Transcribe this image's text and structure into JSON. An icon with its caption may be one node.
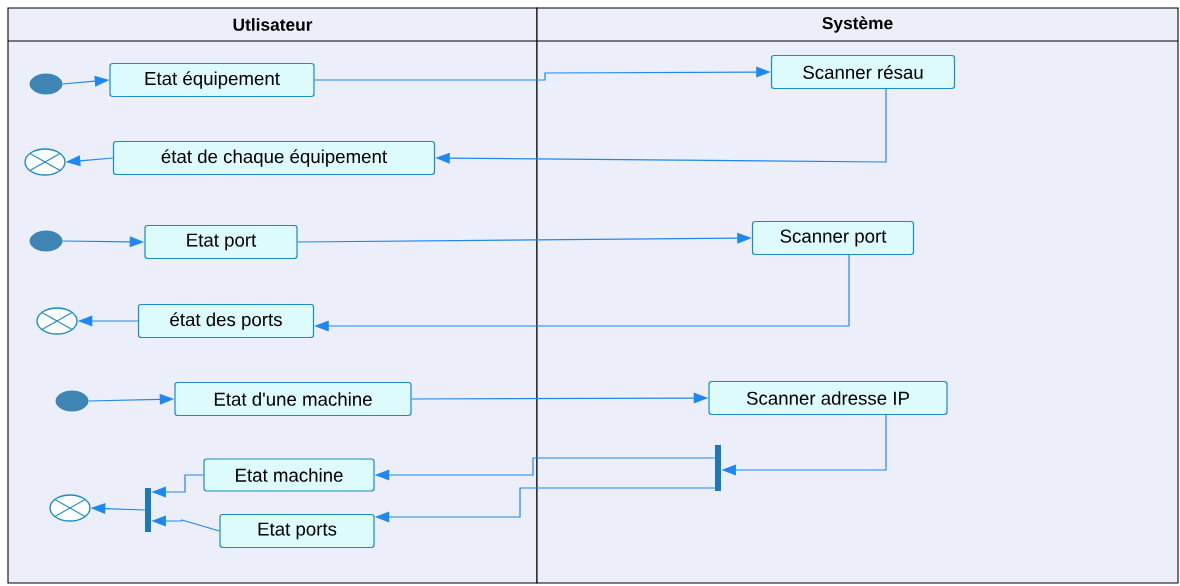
{
  "diagram": {
    "nodes": [
      {
        "text": [
          "Utlisateur"
        ]
      },
      {
        "text": [
          "Système"
        ]
      },
      {
        "text": [],
        "shape": "circle",
        "in": 0
      },
      {
        "text": [
          "Etat équipement"
        ],
        "in": 0
      },
      {
        "text": [
          "Scanner résau"
        ],
        "in": 1
      },
      {
        "text": [],
        "shape": "circle",
        "in": 0
      },
      {
        "text": [
          "état de chaque équipement"
        ],
        "in": 0
      },
      {
        "text": [],
        "shape": "circle",
        "in": 0
      },
      {
        "text": [
          "Etat port"
        ],
        "in": 0
      },
      {
        "text": [
          "Scanner port"
        ],
        "in": 1
      },
      {
        "text": [],
        "shape": "circle",
        "in": 0
      },
      {
        "text": [
          "état des ports"
        ],
        "in": 0
      },
      {
        "text": [],
        "shape": "circle",
        "in": 0
      },
      {
        "text": [
          "Etat d'une machine"
        ],
        "in": 0
      },
      {
        "text": [
          "Scanner adresse IP"
        ],
        "in": 1
      },
      {
        "text": [],
        "shape": "bar",
        "in": 1
      },
      {
        "text": [
          "Etat machine"
        ],
        "in": 0
      },
      {
        "text": [
          "Etat ports"
        ],
        "in": 0
      },
      {
        "text": [],
        "shape": "bar",
        "in": 0
      },
      {
        "text": [],
        "shape": "circle",
        "in": 0
      }
    ],
    "edges": [
      {
        "from": 2,
        "to": 3,
        "arrow": "to"
      },
      {
        "from": 3,
        "to": 4,
        "arrow": "to"
      },
      {
        "from": 4,
        "to": 6,
        "arrow": "to"
      },
      {
        "from": 6,
        "to": 5,
        "arrow": "to"
      },
      {
        "from": 7,
        "to": 8,
        "arrow": "to"
      },
      {
        "from": 8,
        "to": 9,
        "arrow": "to"
      },
      {
        "from": 9,
        "to": 11,
        "arrow": "to"
      },
      {
        "from": 11,
        "to": 10,
        "arrow": "to"
      },
      {
        "from": 12,
        "to": 13,
        "arrow": "to"
      },
      {
        "from": 13,
        "to": 14,
        "arrow": "to"
      },
      {
        "from": 14,
        "to": 15,
        "arrow": "to"
      },
      {
        "from": 15,
        "to": 16,
        "arrow": "to"
      },
      {
        "from": 15,
        "to": 17,
        "arrow": "to"
      },
      {
        "from": 16,
        "to": 18,
        "arrow": "to"
      },
      {
        "from": 17,
        "to": 18,
        "arrow": "to"
      },
      {
        "from": 18,
        "to": 19,
        "arrow": "to"
      }
    ]
  }
}
